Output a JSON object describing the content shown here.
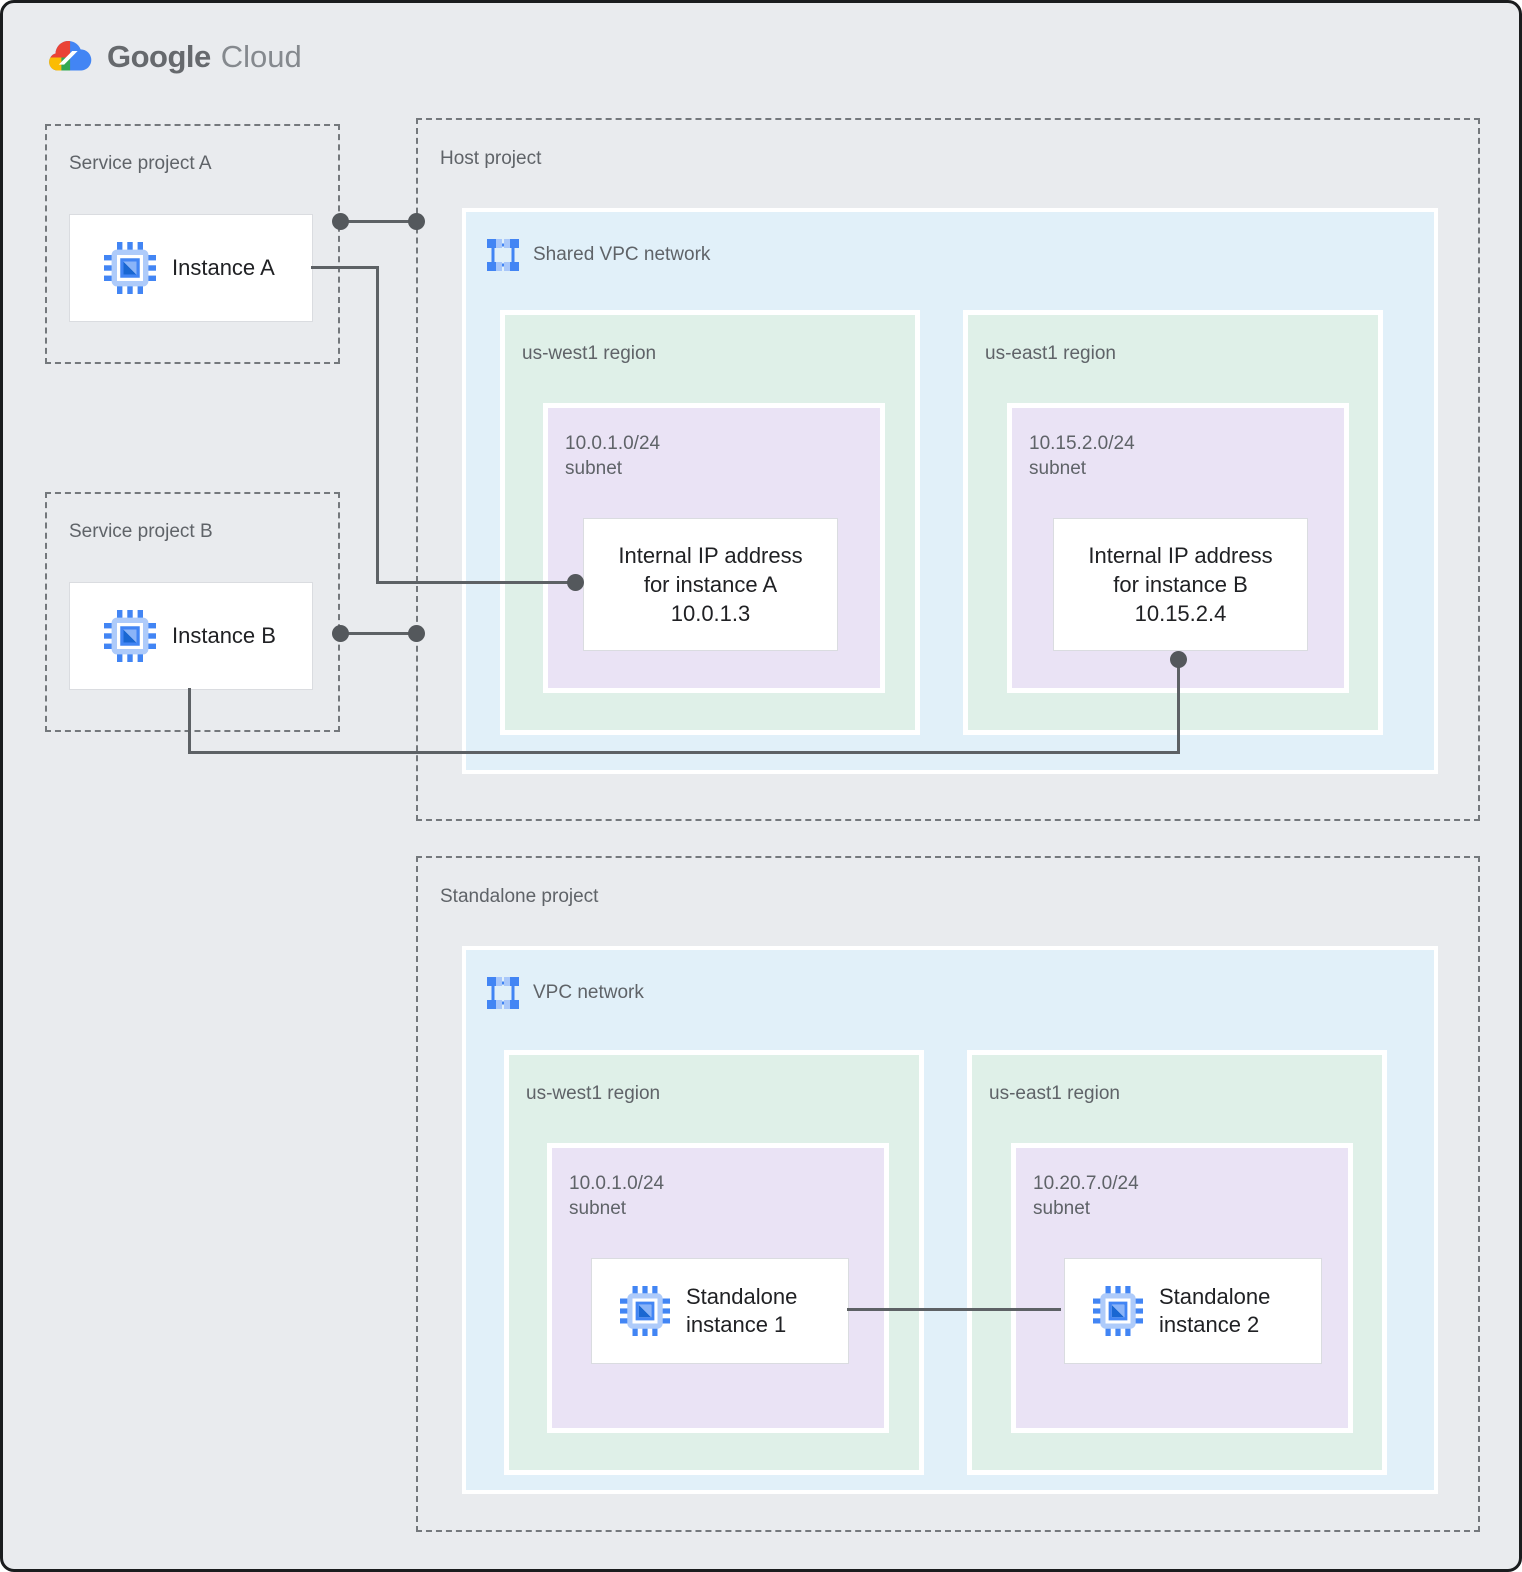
{
  "logo": {
    "part1": "Google",
    "part2": "Cloud"
  },
  "service_project_a": {
    "title": "Service project A",
    "instance": "Instance A"
  },
  "service_project_b": {
    "title": "Service project B",
    "instance": "Instance B"
  },
  "host_project": {
    "title": "Host project",
    "network": "Shared VPC network",
    "region_west": {
      "name": "us-west1 region",
      "cidr": "10.0.1.0/24",
      "subnet": "subnet",
      "ip_line1": "Internal IP address",
      "ip_line2": "for instance A",
      "ip_line3": "10.0.1.3"
    },
    "region_east": {
      "name": "us-east1 region",
      "cidr": "10.15.2.0/24",
      "subnet": "subnet",
      "ip_line1": "Internal IP address",
      "ip_line2": "for instance B",
      "ip_line3": "10.15.2.4"
    }
  },
  "standalone_project": {
    "title": "Standalone project",
    "network": "VPC network",
    "region_west": {
      "name": "us-west1 region",
      "cidr": "10.0.1.0/24",
      "subnet": "subnet",
      "inst_line1": "Standalone",
      "inst_line2": "instance 1"
    },
    "region_east": {
      "name": "us-east1 region",
      "cidr": "10.20.7.0/24",
      "subnet": "subnet",
      "inst_line1": "Standalone",
      "inst_line2": "instance 2"
    }
  },
  "colors": {
    "background": "#E9EBEE",
    "vpc_blue": "#E1F0F9",
    "region_green": "#DFF0E8",
    "subnet_purple": "#EAE3F5",
    "connector_gray": "#54585c",
    "label_gray": "#5F6368",
    "text_dark": "#202124",
    "google_blue": "#4285F4",
    "google_red": "#EA4335",
    "google_yellow": "#FBBC04",
    "google_green": "#34A853",
    "chip_light_blue": "#AECBFA"
  }
}
